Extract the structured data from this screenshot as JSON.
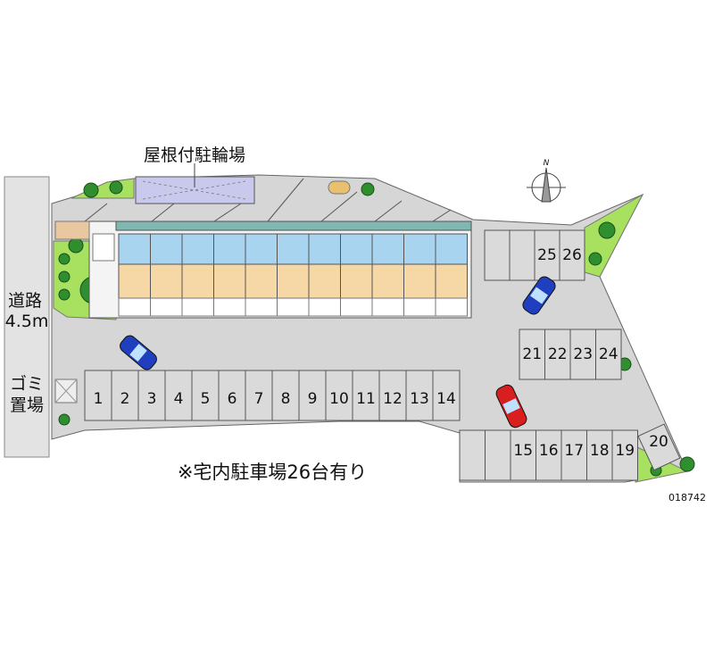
{
  "bicycle_parking_label": "屋根付駐輪場",
  "road": {
    "line1": "道路",
    "line2": "4.5m"
  },
  "garbage": {
    "line1": "ゴミ",
    "line2": "置場"
  },
  "caption": "※宅内駐車場26台有り",
  "code": "018742",
  "compass": "N",
  "parking": {
    "row_bottom_left": [
      "1",
      "2",
      "3",
      "4",
      "5",
      "6",
      "7",
      "8",
      "9",
      "10",
      "11",
      "12",
      "13",
      "14"
    ],
    "row_bottom_right": [
      "",
      "",
      "15",
      "16",
      "17",
      "18",
      "19"
    ],
    "row_middle": [
      "21",
      "22",
      "23",
      "24"
    ],
    "row_top": [
      "",
      "",
      "25",
      "26"
    ],
    "corner": "20"
  },
  "colors": {
    "lot": "#d6d6d6",
    "green": "#a8e060",
    "tree": "#2f8f2f",
    "unit_blue": "#a9d4f0",
    "unit_beige": "#f6d7a6",
    "bike": "#c9c9ee",
    "car_blue": "#1f3fbf",
    "car_red": "#d81e1e"
  }
}
